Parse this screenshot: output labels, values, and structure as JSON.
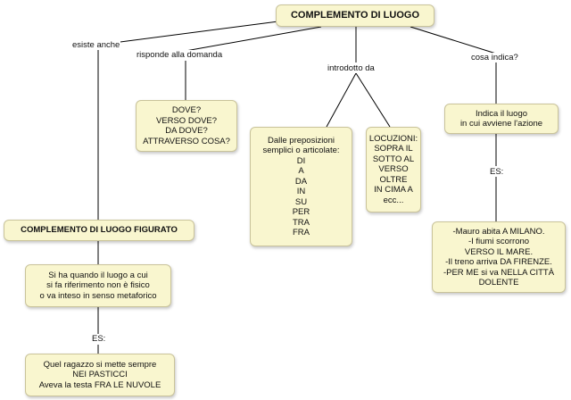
{
  "concept_map": {
    "root": "COMPLEMENTO DI LUOGO",
    "links": {
      "exists_also": "esiste anche",
      "answers": "risponde alla domanda",
      "introduced_by": "introdotto da",
      "what_indicates": "cosa indica?",
      "es_right": "ES:",
      "es_left": "ES:"
    },
    "nodes": {
      "questions": "DOVE?\nVERSO DOVE?\nDA DOVE?\nATTRAVERSO COSA?",
      "prepositions": "Dalle preposizioni\nsemplici o articolate:\nDI\nA\nDA\nIN\nSU\nPER\nTRA\nFRA",
      "locutions": "LOCUZIONI:\nSOPRA IL\nSOTTO AL\nVERSO\nOLTRE\nIN CIMA A\necc...",
      "indicates": "Indica il luogo\nin cui avviene l'azione",
      "examples_right": "-Mauro abita A MILANO.\n-I fiumi scorrono\nVERSO IL MARE.\n-Il treno arriva DA FIRENZE.\n-PER ME si va NELLA CITTÀ\nDOLENTE",
      "figurato": "COMPLEMENTO DI LUOGO FIGURATO",
      "figurato_desc": "Si ha quando il luogo a cui\nsi fa riferimento non è fisico\no va inteso in senso metaforico",
      "examples_left": "Quel ragazzo si mette sempre\nNEI PASTICCI\nAveva la testa FRA LE NUVOLE"
    }
  }
}
